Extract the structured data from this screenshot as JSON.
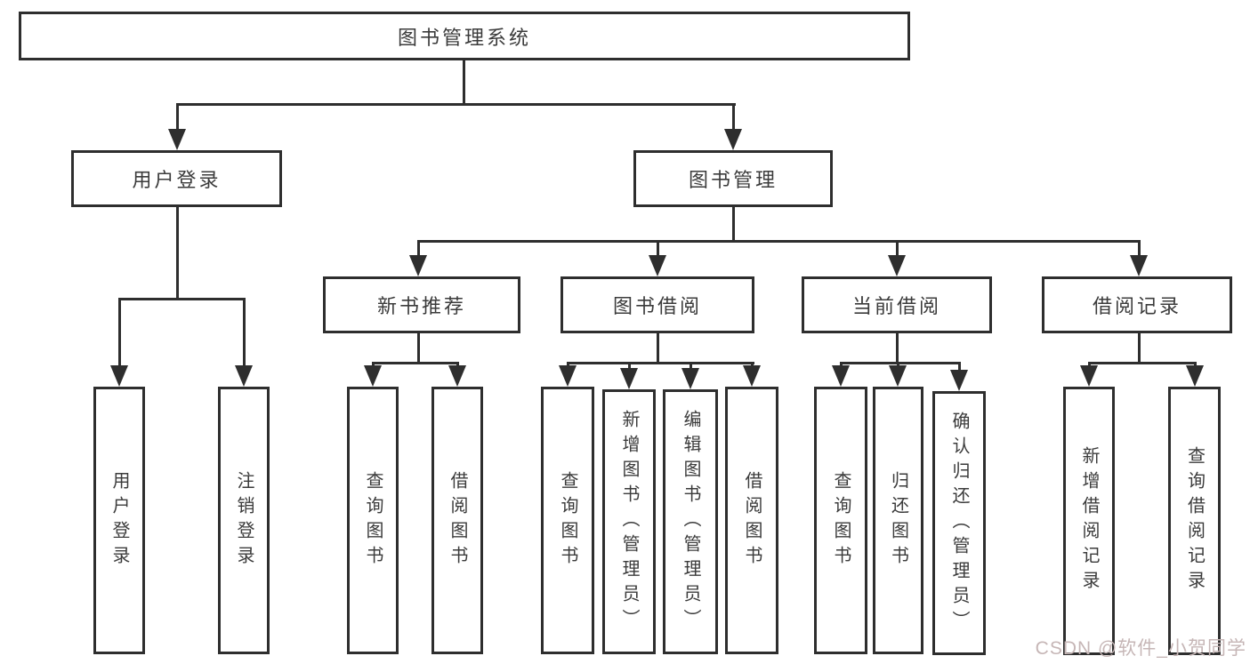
{
  "diagram": {
    "type": "tree",
    "title": "图书管理系统",
    "watermark": "CSDN @软件_小贺同学",
    "colors": {
      "line": "#2e2e2e",
      "box_background": "#ffffff",
      "text": "#3b3b3b",
      "watermark": "#c6b6b6"
    },
    "nodes": [
      {
        "id": "root",
        "label": "图书管理系统",
        "parent": null,
        "orientation": "horizontal"
      },
      {
        "id": "user-login",
        "label": "用户登录",
        "parent": "root",
        "orientation": "horizontal"
      },
      {
        "id": "book-management",
        "label": "图书管理",
        "parent": "root",
        "orientation": "horizontal"
      },
      {
        "id": "new-book-recommend",
        "label": "新书推荐",
        "parent": "book-management",
        "orientation": "horizontal"
      },
      {
        "id": "book-borrowing",
        "label": "图书借阅",
        "parent": "book-management",
        "orientation": "horizontal"
      },
      {
        "id": "current-borrowing",
        "label": "当前借阅",
        "parent": "book-management",
        "orientation": "horizontal"
      },
      {
        "id": "borrowing-records",
        "label": "借阅记录",
        "parent": "book-management",
        "orientation": "horizontal"
      },
      {
        "id": "leaf-user-login",
        "label": "用户登录",
        "parent": "user-login",
        "orientation": "vertical"
      },
      {
        "id": "leaf-logout",
        "label": "注销登录",
        "parent": "user-login",
        "orientation": "vertical"
      },
      {
        "id": "leaf-recommend-query-books",
        "label": "查询图书",
        "parent": "new-book-recommend",
        "orientation": "vertical"
      },
      {
        "id": "leaf-recommend-borrow-books",
        "label": "借阅图书",
        "parent": "new-book-recommend",
        "orientation": "vertical"
      },
      {
        "id": "leaf-borrow-query-books",
        "label": "查询图书",
        "parent": "book-borrowing",
        "orientation": "vertical"
      },
      {
        "id": "leaf-borrow-add-books",
        "label": "新增图书（管理员）",
        "parent": "book-borrowing",
        "orientation": "vertical"
      },
      {
        "id": "leaf-borrow-edit-books",
        "label": "编辑图书（管理员）",
        "parent": "book-borrowing",
        "orientation": "vertical"
      },
      {
        "id": "leaf-borrow-borrow-books",
        "label": "借阅图书",
        "parent": "book-borrowing",
        "orientation": "vertical"
      },
      {
        "id": "leaf-current-query-books",
        "label": "查询图书",
        "parent": "current-borrowing",
        "orientation": "vertical"
      },
      {
        "id": "leaf-current-return-books",
        "label": "归还图书",
        "parent": "current-borrowing",
        "orientation": "vertical"
      },
      {
        "id": "leaf-current-confirm-return",
        "label": "确认归还（管理员）",
        "parent": "current-borrowing",
        "orientation": "vertical"
      },
      {
        "id": "leaf-records-add-record",
        "label": "新增借阅记录",
        "parent": "borrowing-records",
        "orientation": "vertical"
      },
      {
        "id": "leaf-records-query-record",
        "label": "查询借阅记录",
        "parent": "borrowing-records",
        "orientation": "vertical"
      }
    ]
  }
}
